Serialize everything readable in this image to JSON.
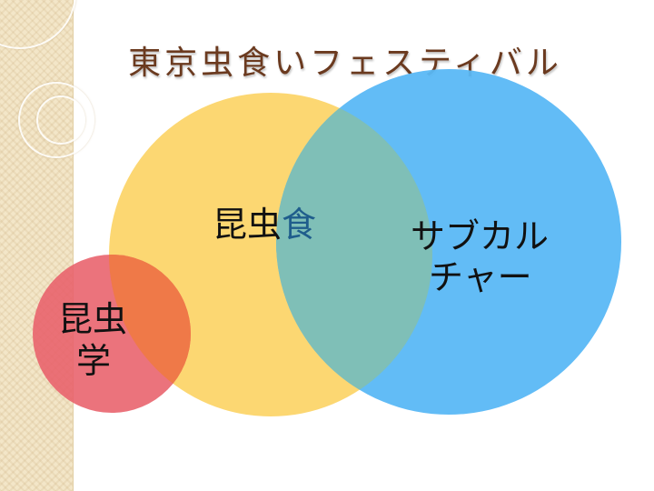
{
  "slide": {
    "title": "東京虫食いフェスティバル"
  },
  "venn": {
    "circles": [
      {
        "id": "entomophagy",
        "label": "昆虫食",
        "label_parts": [
          "昆虫",
          "食"
        ],
        "color": "#fcd56a"
      },
      {
        "id": "subculture",
        "label": "サブカルチャー",
        "label_lines": [
          "サブカル",
          "チャー"
        ],
        "color": "#5ab8f5"
      },
      {
        "id": "entomology",
        "label": "昆虫学",
        "label_lines": [
          "昆虫",
          "学"
        ],
        "color": "#e8606a"
      }
    ],
    "colors": {
      "label_dark": "#111111",
      "label_accent": "#1f5d8c",
      "overlap_yellow_blue": "#7fbfb7",
      "overlap_red_yellow": "#f07a45"
    }
  }
}
